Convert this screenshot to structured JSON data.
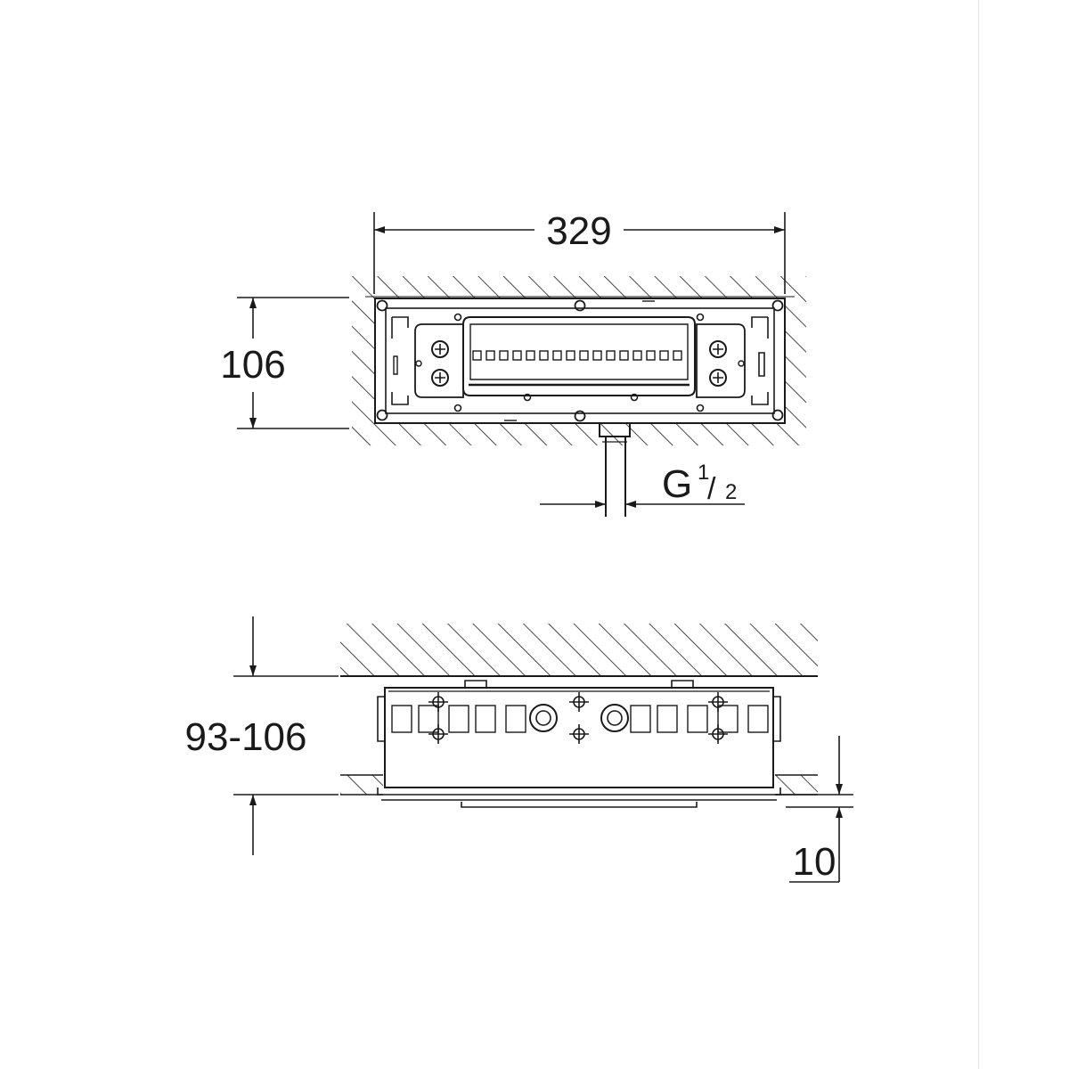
{
  "dimensions": {
    "width": "329",
    "height_top": "106",
    "thread": "G",
    "thread_num": "1",
    "thread_den": "2",
    "height_side": "93-106",
    "offset": "10"
  },
  "colors": {
    "line": "#1a1a1a",
    "background": "#ffffff",
    "edge": "#e4e4e4"
  }
}
